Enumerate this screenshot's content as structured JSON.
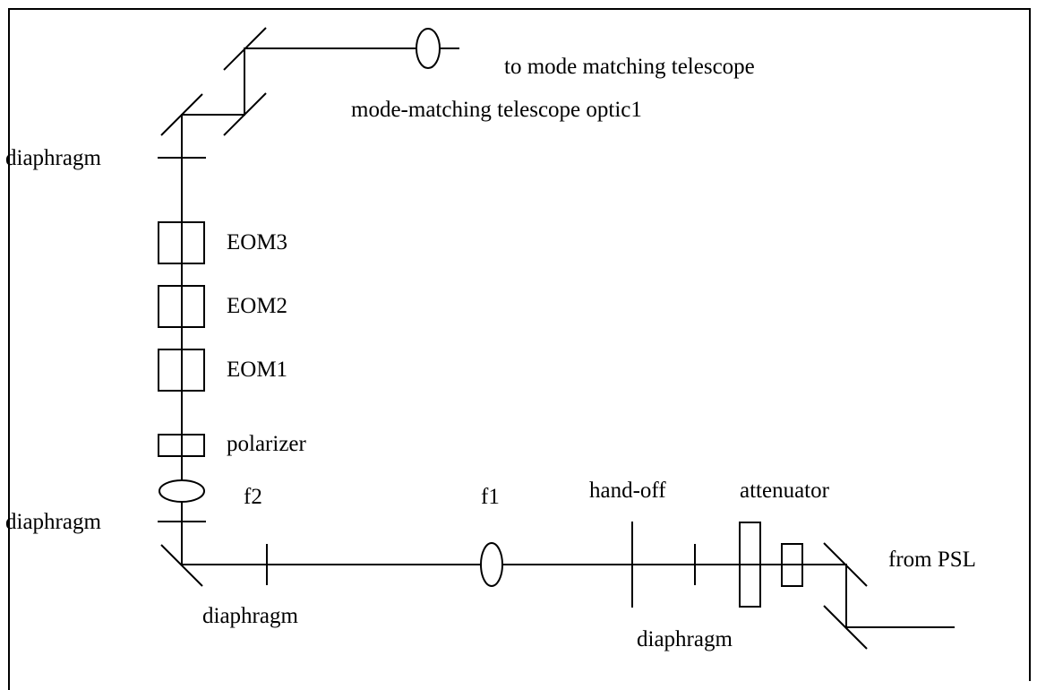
{
  "labels": {
    "to_telescope": "to mode matching telescope",
    "telescope_optic": "mode-matching telescope optic1",
    "diaphragm_top": "diaphragm",
    "eom3": "EOM3",
    "eom2": "EOM2",
    "eom1": "EOM1",
    "polarizer": "polarizer",
    "f2": "f2",
    "diaphragm_left": "diaphragm",
    "f1": "f1",
    "hand_off": "hand-off",
    "attenuator": "attenuator",
    "from_psl": "from PSL",
    "diaphragm_bottom_left": "diaphragm",
    "diaphragm_bottom_right": "diaphragm"
  },
  "colors": {
    "line": "#000000",
    "background": "#ffffff"
  }
}
